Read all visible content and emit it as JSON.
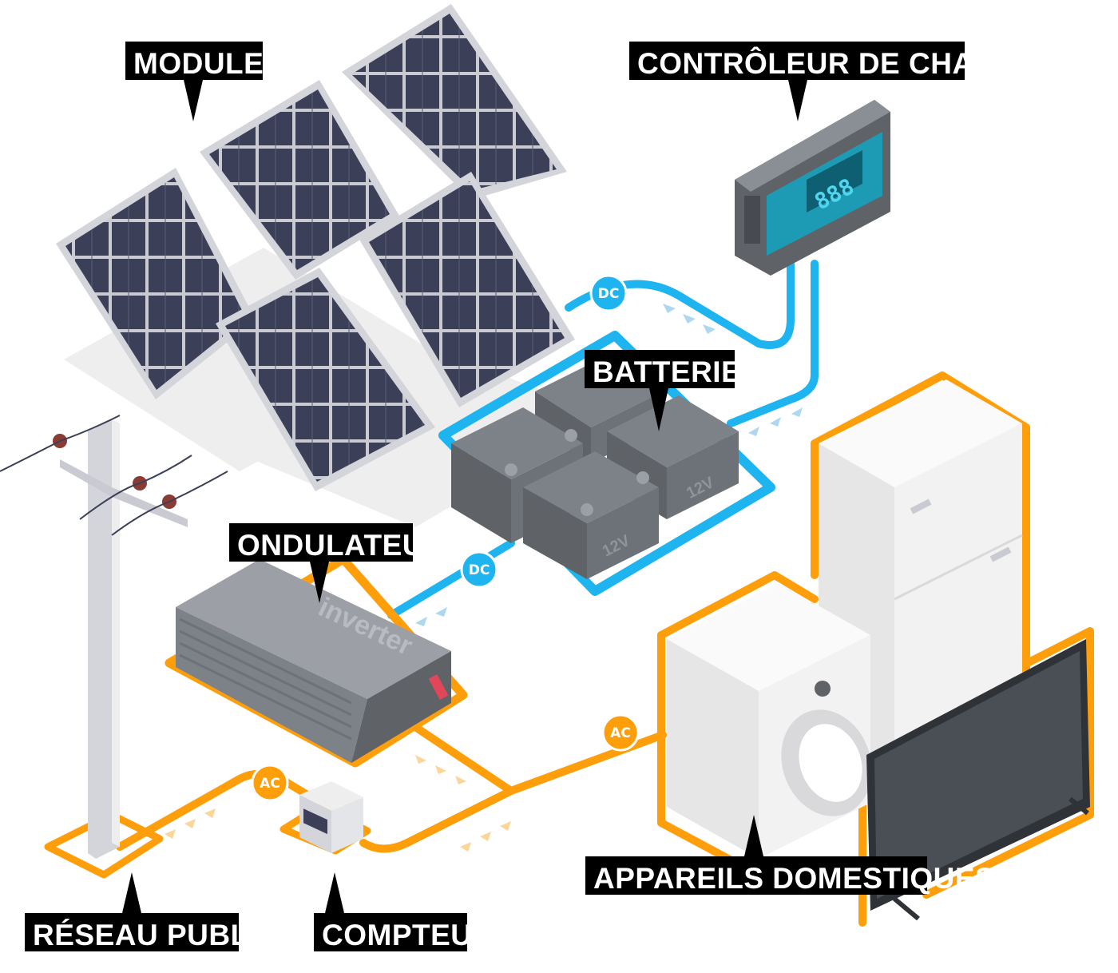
{
  "labels": {
    "modules": "MODULES",
    "charge_controller": "CONTRÔLEUR DE CHARGE",
    "batteries": "BATTERIES",
    "inverter": "ONDULATEUR",
    "home_appliances": "APPAREILS DOMESTIQUES",
    "public_grid": "RÉSEAU PUBLIC",
    "meter": "COMPTEUR"
  },
  "badges": {
    "dc_panels": "DC",
    "dc_inverter": "DC",
    "ac_appliances": "AC",
    "ac_grid": "AC"
  },
  "device_text": {
    "controller_display": "888",
    "inverter_brand": "inverter",
    "battery_voltage": "12V"
  },
  "colors": {
    "dc_line": "#1eb4f0",
    "ac_line": "#ff9e0b",
    "callout_bg": "#000000",
    "callout_text": "#ffffff",
    "panel_cell": "#3b3f57",
    "panel_frame": "#d9d9dc",
    "device_gray": "#5f6368",
    "appliance_white": "#f2f2f2"
  }
}
